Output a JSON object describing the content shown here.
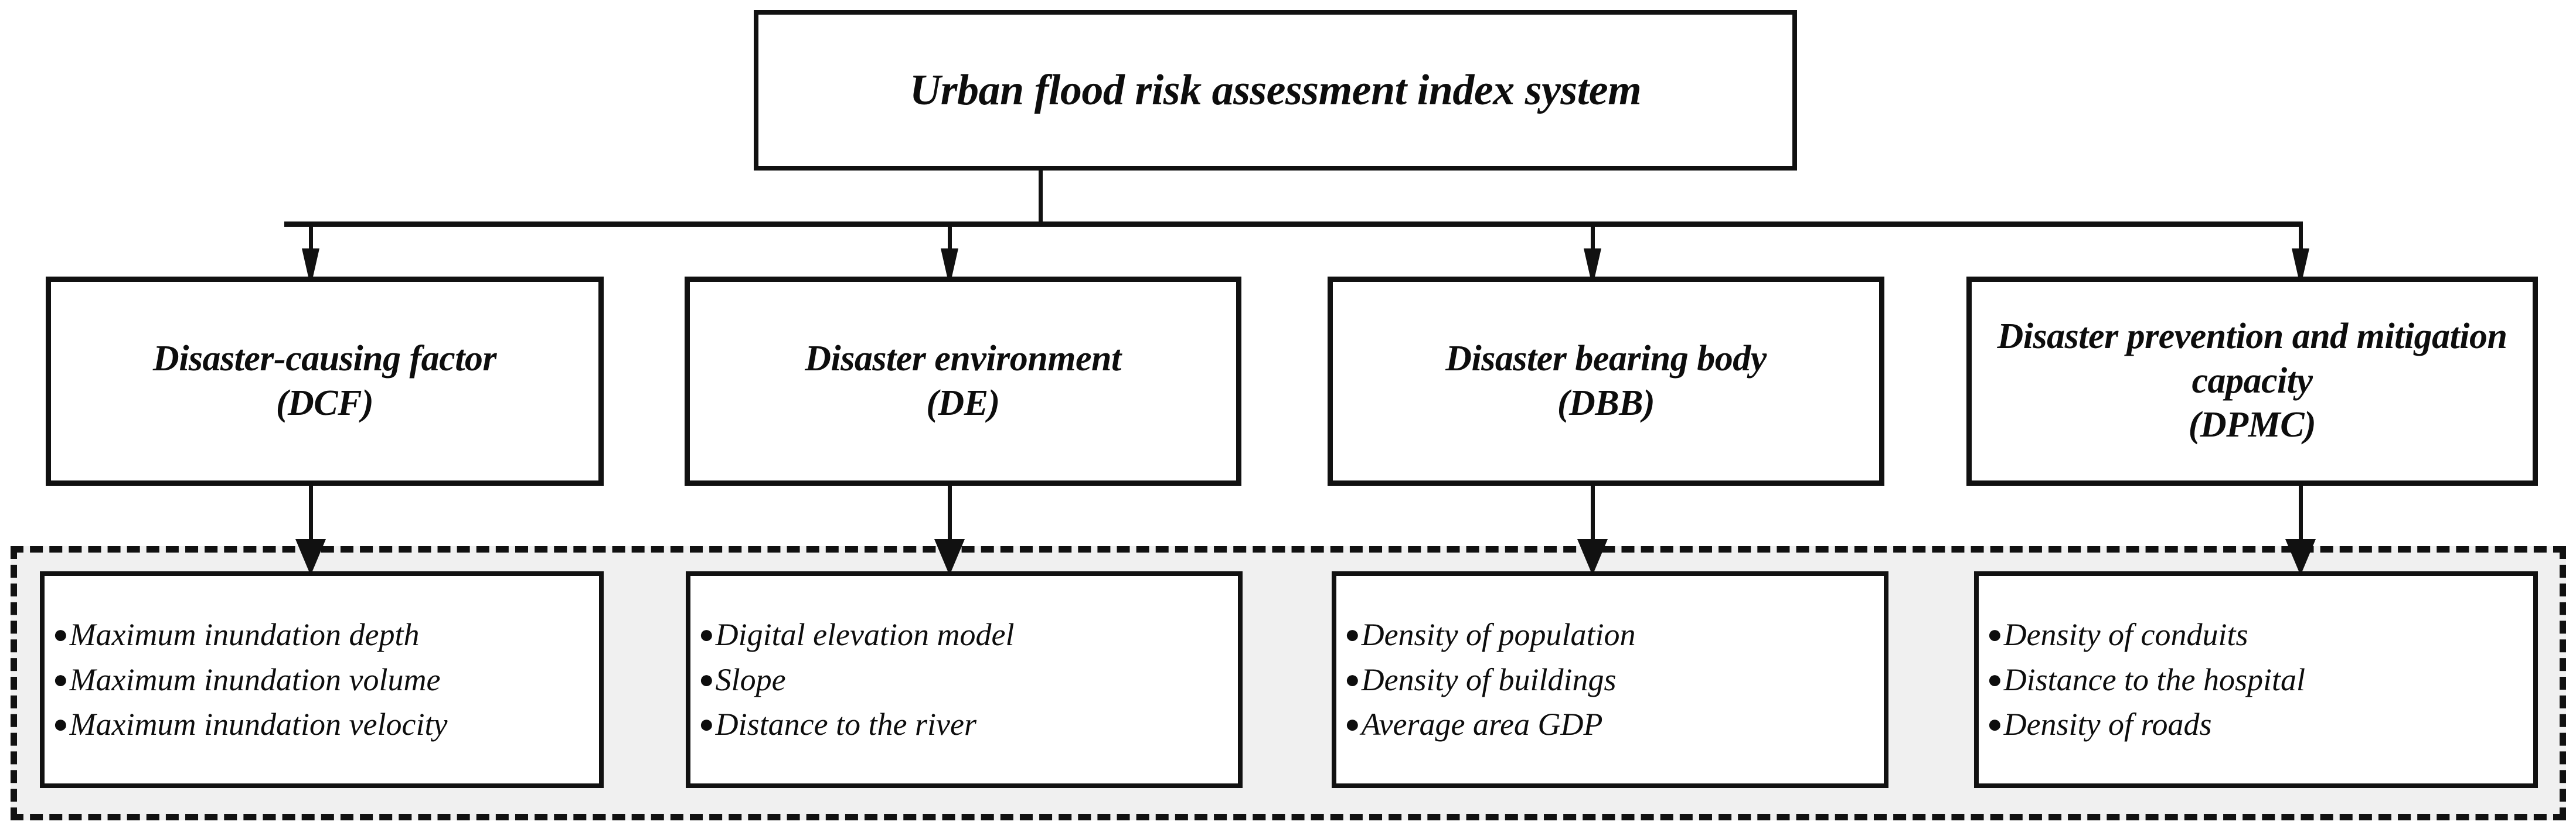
{
  "diagram": {
    "root": {
      "title": "Urban flood risk assessment index system"
    },
    "categories": [
      {
        "name": "Disaster-causing factor",
        "abbr": "(DCF)"
      },
      {
        "name": "Disaster environment",
        "abbr": "(DE)"
      },
      {
        "name": "Disaster bearing body",
        "abbr": "(DBB)"
      },
      {
        "name": "Disaster prevention and mitigation capacity",
        "abbr": "(DPMC)"
      }
    ],
    "indicator_groups": [
      {
        "items": [
          "Maximum inundation depth",
          "Maximum inundation volume",
          "Maximum inundation velocity"
        ]
      },
      {
        "items": [
          "Digital elevation model",
          "Slope",
          "Distance to the river"
        ]
      },
      {
        "items": [
          "Density of population",
          "Density of buildings",
          "Average area GDP"
        ]
      },
      {
        "items": [
          "Density of conduits",
          "Distance to the hospital",
          "Density of roads"
        ]
      }
    ],
    "bullet_glyph": "●",
    "colors": {
      "line": "#111111",
      "text": "#0d0d0d",
      "node_fill": "#ffffff",
      "group_fill": "#f0f0f0",
      "page_background": "#ffffff"
    }
  }
}
